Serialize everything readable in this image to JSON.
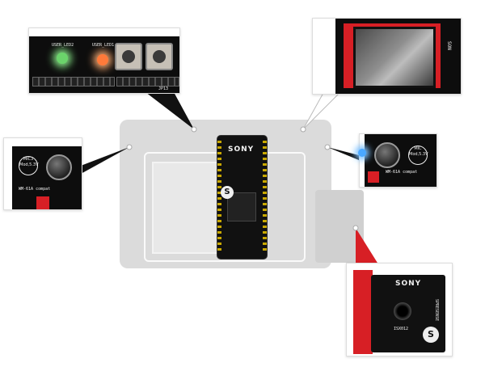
{
  "main_board": {
    "brand": "SONY",
    "badge": "S"
  },
  "led_zoom": {
    "led_green_label": "USER_LED2",
    "led_red_label": "USER_LED1",
    "header_label": "JP13"
  },
  "mic_zoom_left": {
    "mic_label": "MIC3",
    "mic_sub": "Mod,5.3V",
    "footer": "WM-61A compat"
  },
  "mic_zoom_right": {
    "mic_label": "MIC",
    "mic_sub": "Mod,5.3V",
    "footer": "WM-61A compat"
  },
  "camera_zoom": {
    "brand": "SONY",
    "side_text": "SPRESENSE",
    "badge": "S",
    "chip_text": "ISX012"
  },
  "lcd_zoom": {
    "side_brand": "SON"
  }
}
